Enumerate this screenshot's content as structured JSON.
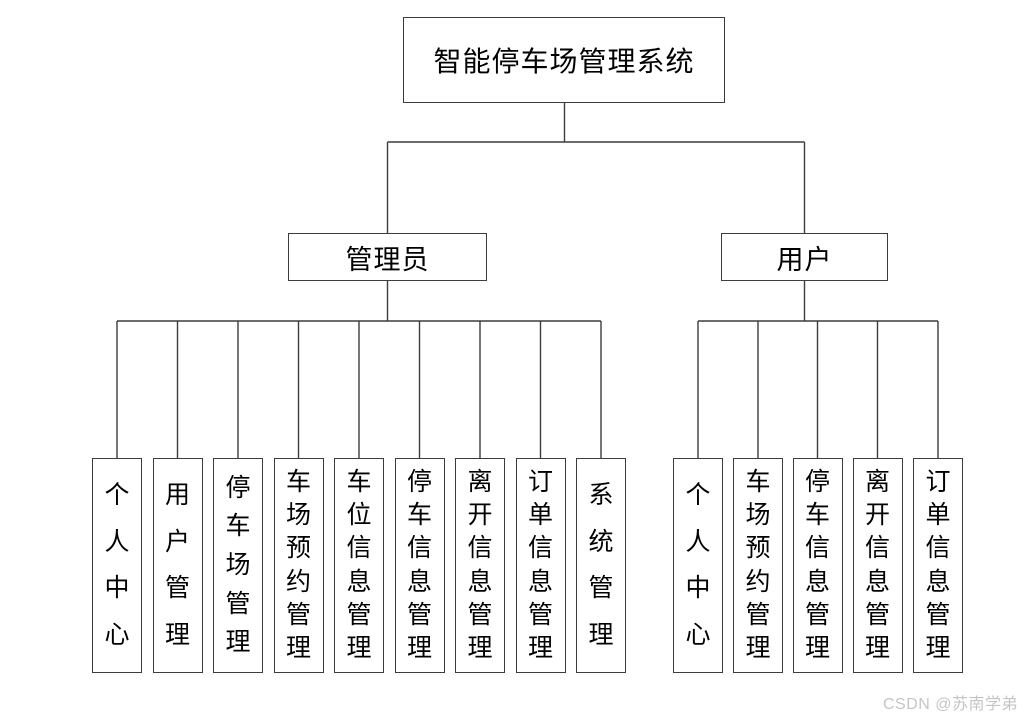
{
  "diagram": {
    "root": {
      "label": "智能停车场管理系统"
    },
    "branches": [
      {
        "label": "管理员",
        "children": [
          "个人中心",
          "用户管理",
          "停车场管理",
          "车场预约管理",
          "车位信息管理",
          "停车信息管理",
          "离开信息管理",
          "订单信息管理",
          "系统管理"
        ]
      },
      {
        "label": "用户",
        "children": [
          "个人中心",
          "车场预约管理",
          "停车信息管理",
          "离开信息管理",
          "订单信息管理"
        ]
      }
    ]
  },
  "watermark": "CSDN @苏南学弟",
  "colors": {
    "line": "#3d3d3d",
    "box_border": "#3c3c3c",
    "box_fill": "#ffffff",
    "text": "#000000",
    "watermark": "#c5c5c5",
    "background": "#ffffff"
  }
}
